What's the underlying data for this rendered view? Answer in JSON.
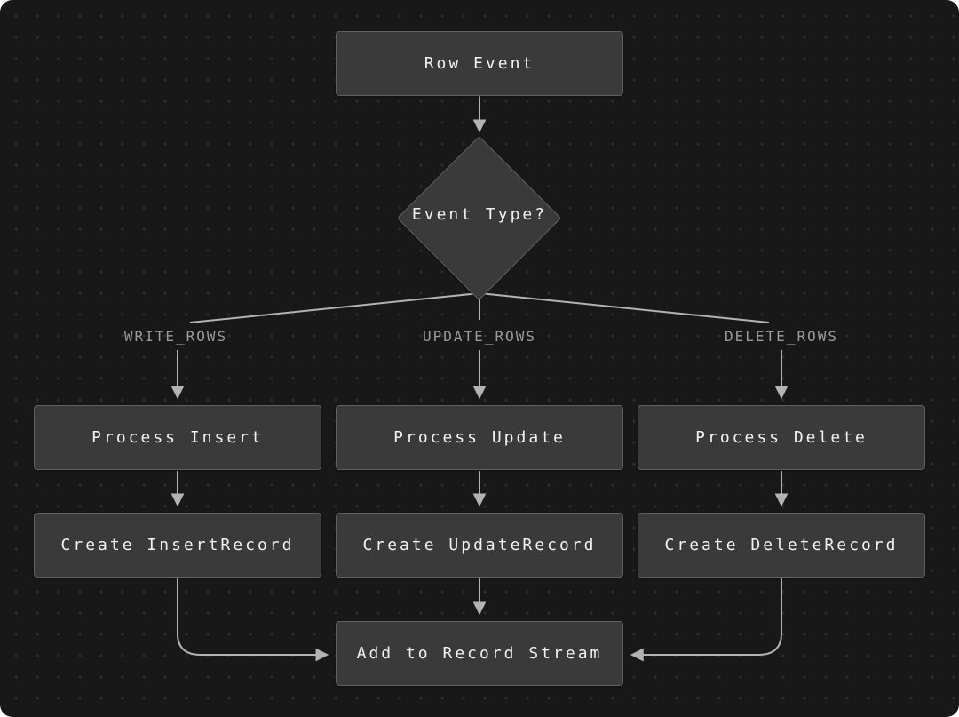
{
  "diagram": {
    "title": "Row event processing flowchart",
    "nodes": {
      "row_event": "Row Event",
      "event_type": "Event Type?",
      "process_insert": "Process Insert",
      "process_update": "Process Update",
      "process_delete": "Process Delete",
      "create_insert_record": "Create InsertRecord",
      "create_update_record": "Create UpdateRecord",
      "create_delete_record": "Create DeleteRecord",
      "add_to_record_stream": "Add to Record Stream"
    },
    "edge_labels": {
      "write_rows": "WRITE_ROWS",
      "update_rows": "UPDATE_ROWS",
      "delete_rows": "DELETE_ROWS"
    },
    "colors": {
      "background": "#181818",
      "dot_grid": "#2e2e2e",
      "node_fill": "#3a3a3a",
      "node_border": "#606060",
      "node_text": "#f2f2f2",
      "edge_stroke": "#b3b3b3",
      "edge_label_text": "#9b9b9b"
    }
  }
}
